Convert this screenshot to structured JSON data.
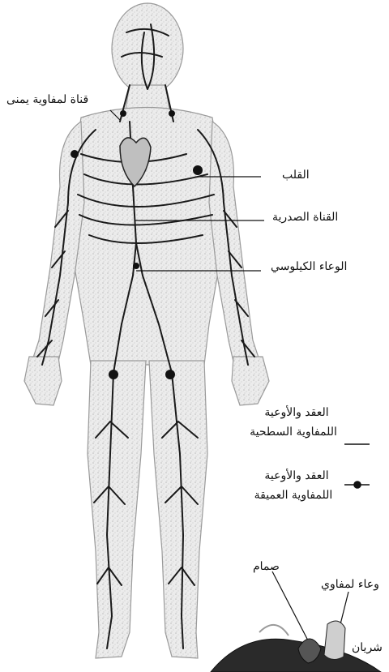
{
  "labels": {
    "right_lymph_duct": "قناة لمفاوية يمنى",
    "heart": "القلب",
    "thoracic_duct": "القناة الصدرية",
    "chyle_cistern": "الوعاء الكيلوسي",
    "valve": "صمام",
    "lymph_vessel": "وعاء لمفاوي",
    "artery": "شريان"
  },
  "legend": {
    "superficial_line1": "العقد والأوعية",
    "superficial_line2": "اللمفاوية السطحية",
    "deep_line1": "العقد والأوعية",
    "deep_line2": "اللمفاوية العميقة"
  },
  "colors": {
    "ink": "#111111",
    "body_shade": "#d9d9d9",
    "vessel": "#1a1a1a",
    "background": "#ffffff"
  }
}
